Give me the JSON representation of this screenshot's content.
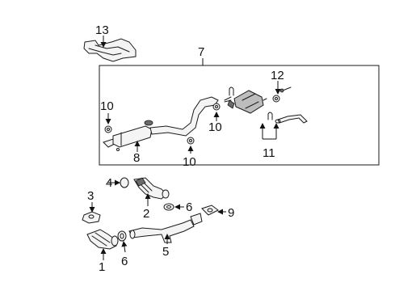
{
  "callouts": {
    "c1": "1",
    "c2": "2",
    "c3": "3",
    "c4": "4",
    "c5": "5",
    "c6a": "6",
    "c6b": "6",
    "c7": "7",
    "c8": "8",
    "c9": "9",
    "c10a": "10",
    "c10b": "10",
    "c10c": "10",
    "c11": "11",
    "c12": "12",
    "c13": "13"
  }
}
